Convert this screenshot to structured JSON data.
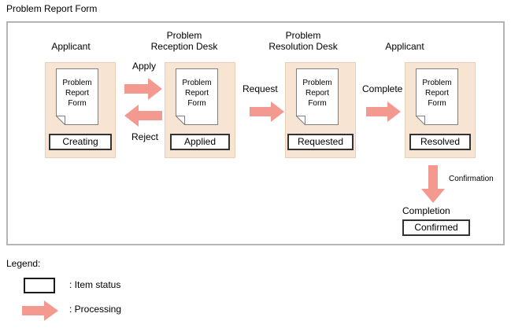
{
  "page_title": "Problem Report Form",
  "colors": {
    "arrow": "#f4998f",
    "lane_background": "#f8e4d2",
    "lane_border": "#e7cfb6",
    "frame_border": "#b4b4b4",
    "status_border": "#333333",
    "document_fill": "#ffffff",
    "document_border": "#808080",
    "text": "#000000"
  },
  "diagram": {
    "lanes": [
      {
        "id": "applicant-creating",
        "title": "Applicant",
        "title_lines": [
          "Applicant"
        ],
        "document_label_lines": [
          "Problem",
          "Report",
          "Form"
        ],
        "status": "Creating"
      },
      {
        "id": "problem-reception-desk",
        "title": "Problem Reception Desk",
        "title_lines": [
          "Problem",
          "Reception Desk"
        ],
        "document_label_lines": [
          "Problem",
          "Report",
          "Form"
        ],
        "status": "Applied"
      },
      {
        "id": "problem-resolution-desk",
        "title": "Problem Resolution Desk",
        "title_lines": [
          "Problem",
          "Resolution Desk"
        ],
        "document_label_lines": [
          "Problem",
          "Report",
          "Form"
        ],
        "status": "Requested"
      },
      {
        "id": "applicant-resolved",
        "title": "Applicant",
        "title_lines": [
          "Applicant"
        ],
        "document_label_lines": [
          "Problem",
          "Report",
          "Form"
        ],
        "status": "Resolved"
      }
    ],
    "transitions": [
      {
        "id": "apply",
        "label": "Apply",
        "direction": "right"
      },
      {
        "id": "reject",
        "label": "Reject",
        "direction": "left"
      },
      {
        "id": "request",
        "label": "Request",
        "direction": "right"
      },
      {
        "id": "complete",
        "label": "Complete",
        "direction": "right"
      },
      {
        "id": "confirmation",
        "label": "Confirmation",
        "direction": "down"
      }
    ],
    "completion": {
      "label": "Completion",
      "status": "Confirmed"
    }
  },
  "legend": {
    "title": "Legend:",
    "items": [
      {
        "id": "item-status",
        "symbol": "status-box",
        "text": ": Item status"
      },
      {
        "id": "processing",
        "symbol": "arrow",
        "text": ": Processing"
      }
    ]
  }
}
